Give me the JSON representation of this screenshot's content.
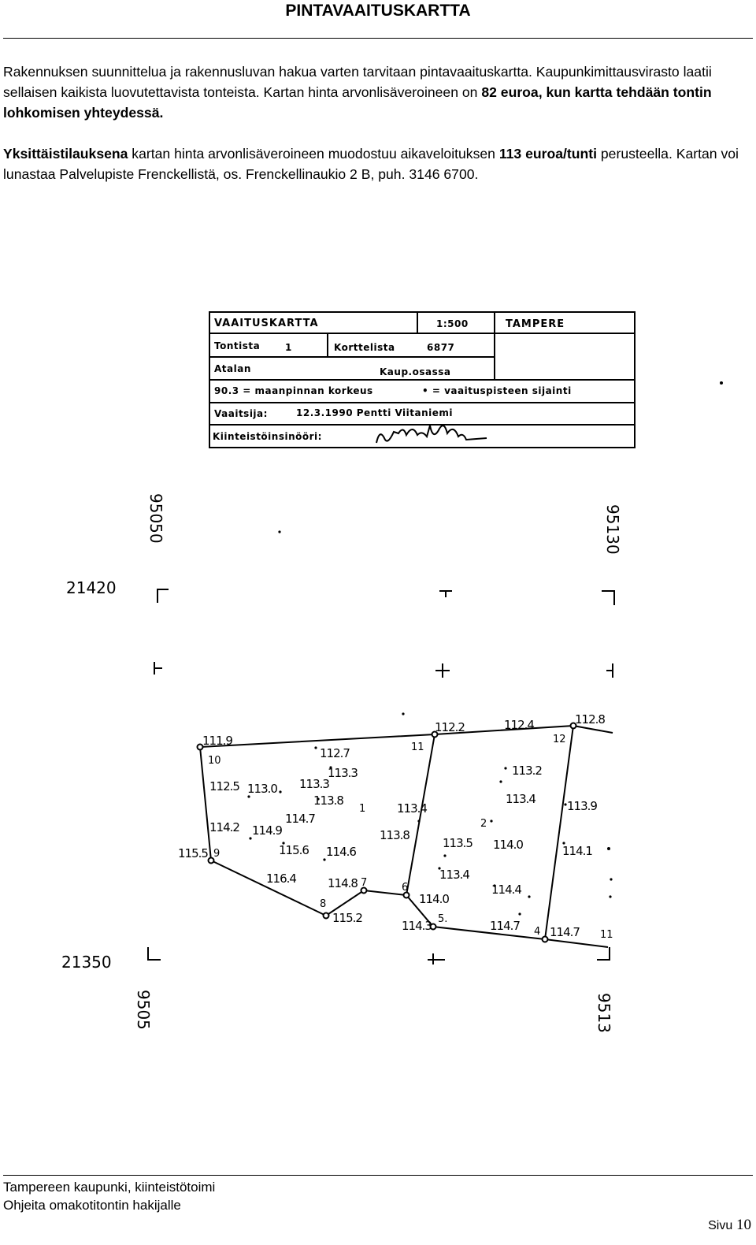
{
  "page": {
    "title": "PINTAVAAITUSKARTTA",
    "p1_a": "Rakennuksen suunnittelua ja rakennusluvan hakua varten tarvitaan pintavaaituskartta. Kaupunkimittausvirasto laatii sellaisen kaikista luovutettavista tonteista. Kartan hinta arvonlisäveroineen on ",
    "p1_bold": "82 euroa, kun kartta tehdään tontin lohkomisen yhteydessä.",
    "p2_bold1": "Yksittäistilauksena",
    "p2_a": " kartan hinta arvonlisäveroineen muodostuu aikaveloituksen ",
    "p2_bold2": "113 euroa/tunti",
    "p2_b": " perusteella. Kartan voi lunastaa Palvelupiste Frenckellistä, os. Frenckellinaukio 2 B, puh. 3146 6700."
  },
  "map": {
    "header": {
      "title": "VAAITUSKARTTA",
      "scale": "1:500",
      "city": "TAMPERE",
      "tontti_label": "Tontista",
      "tontti_value": "1",
      "kortteli_label": "Korttelista",
      "kortteli_value": "6877",
      "atalan_label": "Atalan",
      "kaup_label": "Kaup.osassa",
      "legend_height": "90.3 = maanpinnan korkeus",
      "legend_point": "• = vaaituspisteen sijainti",
      "vaaitsija_label": "Vaaitsija:",
      "vaaitsija_value": "12.3.1990 Pentti Viitaniemi",
      "insinoori_label": "Kiinteistöinsinööri:"
    },
    "grid": {
      "x_left": "95050",
      "x_right": "95130",
      "y_top": "21420",
      "y_bottom": "21350",
      "x_left_bottom": "9505",
      "x_right_bottom": "9513"
    },
    "elevations": [
      "111.9",
      "112.7",
      "112.2",
      "112.4",
      "112.8",
      "113.3",
      "112.5",
      "113.0",
      "113.3",
      "113.8",
      "113.2",
      "113.4",
      "113.9",
      "113.4",
      "114.7",
      "114.2",
      "114.9",
      "113.8",
      "113.5",
      "114.0",
      "114.1",
      "115.5",
      "115.6",
      "114.6",
      "116.4",
      "114.8",
      "113.4",
      "114.4",
      "114.0",
      "115.2",
      "114.3",
      "114.7",
      "114.7"
    ],
    "point_numbers": [
      "10",
      "11",
      "12",
      "1",
      "2",
      "9",
      "7",
      "8",
      "6",
      "5.",
      "4",
      "11"
    ]
  },
  "footer": {
    "line1": "Tampereen kaupunki, kiinteistötoimi",
    "line2": "Ohjeita omakotitontin hakijalle",
    "page_word": "Sivu",
    "page_num": "10"
  }
}
